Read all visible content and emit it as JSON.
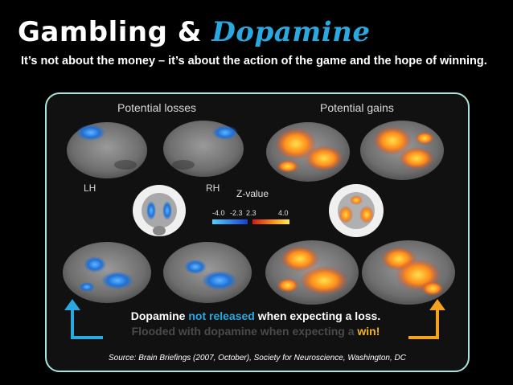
{
  "title": {
    "main": "Gambling &",
    "accent": "Dopamine"
  },
  "subtitle": "It’s not about the money – it’s about the action of the game and the hope of winning.",
  "figure": {
    "label_losses": "Potential losses",
    "label_gains": "Potential gains",
    "label_lh": "LH",
    "label_rh": "RH",
    "scale_title": "Z-value",
    "scale_ticks": [
      "-4.0",
      "-2.3",
      "2.3",
      "4.0"
    ]
  },
  "caption": {
    "line1_a": "Dopamine ",
    "line1_b": "not released",
    "line1_c": " when expecting a loss.",
    "line2_a": "Flooded with dopamine when expecting a ",
    "line2_b": "win!"
  },
  "source": "Source: Brain Briefings (2007, October), Society for Neuroscience, Washington, DC",
  "colors": {
    "accent_blue": "#2aa8e0",
    "accent_gold": "#f5b31c",
    "panel_border": "#a9e5dc",
    "arrow_left": "#2aa8e0",
    "arrow_right": "#f5a31c"
  }
}
